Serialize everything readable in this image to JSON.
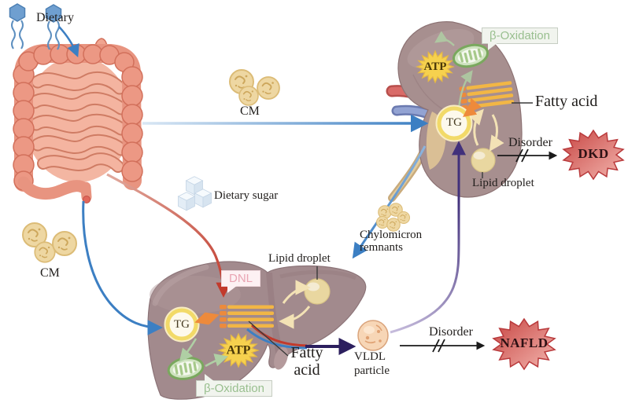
{
  "labels": {
    "dietary": "Dietary",
    "cm_top": "CM",
    "cm_left": "CM",
    "dietary_sugar": "Dietary sugar",
    "chylomicron_remnants": {
      "line1": "Chylomicron",
      "line2": "remnants"
    },
    "dnl": "DNL",
    "tg_liver": "TG",
    "tg_kidney": "TG",
    "atp_liver": "ATP",
    "atp_kidney": "ATP",
    "beta_oxidation_liver": "β-Oxidation",
    "beta_oxidation_kidney": "β-Oxidation",
    "lipid_droplet_liver": "Lipid droplet",
    "lipid_droplet_kidney": "Lipid droplet",
    "fatty_acid_liver": {
      "line1": "Fatty",
      "line2": "acid"
    },
    "fatty_acid_kidney": "Fatty acid",
    "vldl_particle": {
      "line1": "VLDL",
      "line2": "particle"
    },
    "disorder_kidney": "Disorder",
    "disorder_liver": "Disorder",
    "dkd": "DKD",
    "nafld": "NAFLD"
  },
  "icons": {
    "phospholipid-icon": "dietary lipid molecules",
    "intestine-illustration": "large and small intestine",
    "liver-illustration": "liver",
    "kidney-illustration": "kidney",
    "sugar-cubes-icon": "dietary sugar cubes",
    "cm-cluster": "chylomicron particles",
    "mitochondria-icon": "mitochondrion",
    "atp-starburst": "ATP energy burst",
    "fatty-acid-stripes": "fatty acid chains",
    "lipid-droplet-icon": "lipid droplet",
    "vldl-particle-icon": "VLDL particle",
    "disease-starburst": "disease burst"
  },
  "colors": {
    "arrow_blue": "#3c7fc3",
    "arrow_red": "#c23a2c",
    "arrow_navy": "#2c1f5e",
    "arrow_purple": "#41307b",
    "disease_star_dark": "#c94a47",
    "disease_star_light": "#f2b2ab",
    "atp_star": "#f6d14e",
    "fatty_acid_stripe": "#f2b645",
    "stripe_cap": "#ec8a3c",
    "mitochondria_green": "#79a75c",
    "organ_mauve": "#a58d90",
    "intestine_salmon": "#ec9884",
    "cm_tan": "#eed7a2",
    "beta_oxidation_text": "#99bf8f",
    "dnl_text": "#e9a5b3"
  }
}
